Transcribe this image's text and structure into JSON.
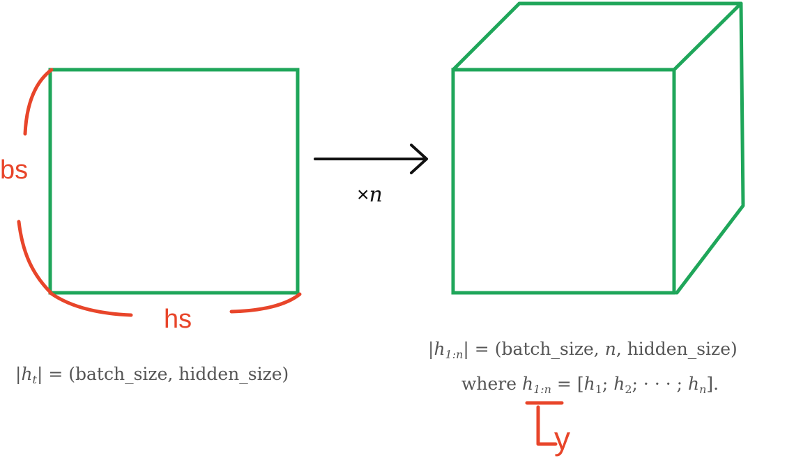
{
  "colors": {
    "box": "#1fa65a",
    "annotation": "#e8452a",
    "arrow": "#111111",
    "formula": "#555555"
  },
  "left": {
    "height_label": "bs",
    "width_label": "hs"
  },
  "arrow": {
    "times": "×",
    "n": "n"
  },
  "left_formula": {
    "bar_open": "|",
    "h": "h",
    "sub": "t",
    "bar_close": "|",
    "rest": " = (batch_size, hidden_size)"
  },
  "right_formula": {
    "line1": {
      "bar_open": "|",
      "h": "h",
      "sub": "1:n",
      "bar_close": "|",
      "eq_open": " = (batch_size, ",
      "n": "n",
      "tail": ", hidden_size)"
    },
    "line2": {
      "where": "where ",
      "h": "h",
      "sub": "1:n",
      "eq": " = [",
      "h1": "h",
      "s1": "1",
      "sep1": "; ",
      "h2": "h",
      "s2": "2",
      "sep2": "; · · · ; ",
      "hn": "h",
      "sn": "n",
      "close": "]."
    }
  },
  "handwritten_note": "y"
}
